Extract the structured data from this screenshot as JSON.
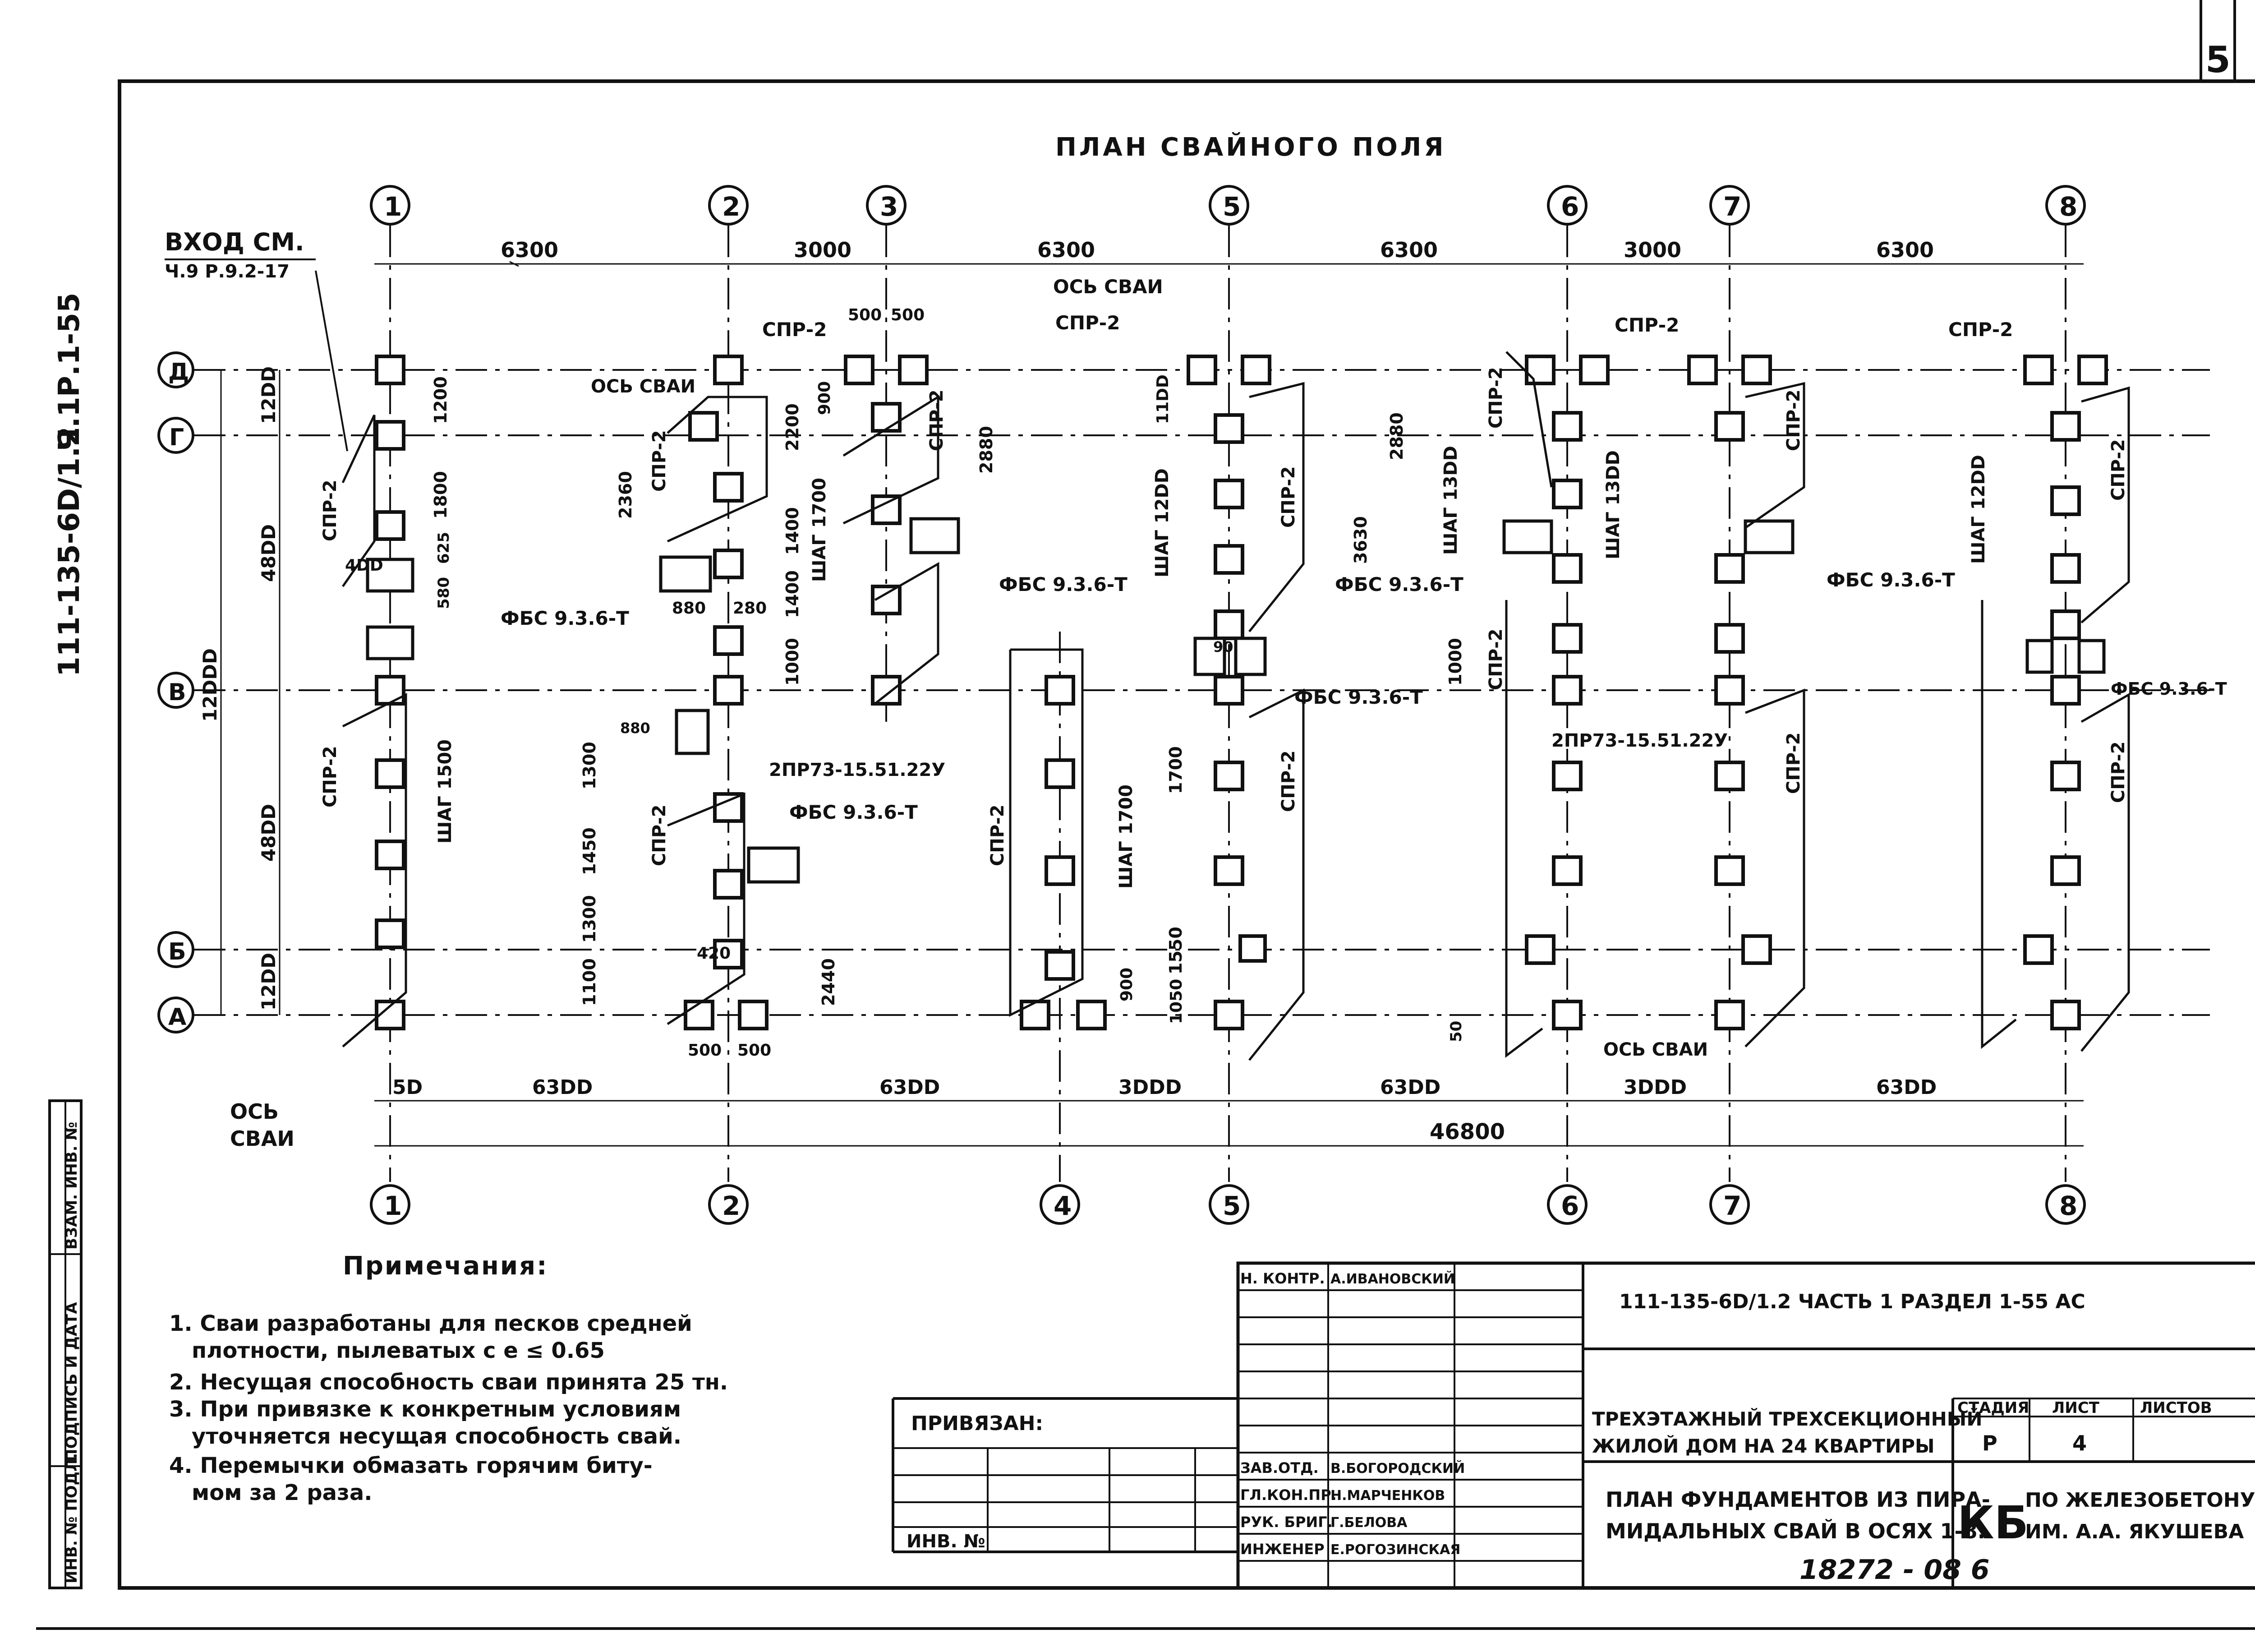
{
  "sheet_number": "5",
  "title": "ПЛАН СВАЙНОГО ПОЛЯ",
  "side_codes": {
    "code": "111-135-6D/1.2",
    "part": "Ч.1",
    "section": "Р.1-55"
  },
  "axes": {
    "top": [
      "1",
      "2",
      "3",
      "5",
      "6",
      "7",
      "8"
    ],
    "bottom": [
      "1",
      "2",
      "4",
      "5",
      "6",
      "7",
      "8"
    ],
    "rows": [
      "Д",
      "Г",
      "В",
      "Б",
      "А"
    ]
  },
  "top_dims": [
    "6300",
    "3000",
    "6300",
    "6300",
    "3000",
    "6300"
  ],
  "bottom_dims": [
    "5D",
    "63DD",
    "63DD",
    "3DDD",
    "63DD",
    "3DDD",
    "63DD"
  ],
  "total_dim": "46800",
  "left_dims": [
    "12DD",
    "48DD",
    "48DD",
    "12DD",
    "12DDD"
  ],
  "callouts": {
    "entrance": [
      "ВХОД СМ.",
      "Ч.9 Р.9.2-17"
    ],
    "pile_axis": "ОСЬ СВАИ",
    "pile_axis_bottom": [
      "ОСЬ",
      "СВАИ"
    ],
    "spr": "СПР-2",
    "fbs": "ФБС 9.3.6-Т",
    "lintel": "2ПР73-15.51.22У",
    "step_1500": "ШАГ 1500",
    "step_1700": "ШАГ 1700",
    "step_1200": "ШАГ 12DD",
    "step_1300": "ШАГ 13DD"
  },
  "small_dims": [
    "500",
    "500",
    "1200",
    "1800",
    "2200",
    "900",
    "2880",
    "11DD",
    "4DD",
    "625",
    "580",
    "880",
    "280",
    "2360",
    "1400",
    "1400",
    "1000",
    "1000",
    "880",
    "1300",
    "1450",
    "1300",
    "1100",
    "420",
    "2440",
    "500",
    "500",
    "3630",
    "1700",
    "1550",
    "1050",
    "90",
    "50",
    "900",
    "2880"
  ],
  "notes": {
    "heading": "Примечания:",
    "items": [
      "1. Сваи разработаны для песков средней",
      "плотности, пылеватых с e ≤ 0.65",
      "2. Несущая способность сваи принята 25 тн.",
      "3. При привязке к конкретным условиям",
      "уточняется несущая способность свай.",
      "4. Перемычки обмазать горячим биту-",
      "мом за 2 раза."
    ]
  },
  "left_stamp": [
    "ИНВ. № ПОДЛ.",
    "ПОДПИСЬ И ДАТА",
    "ВЗАМ. ИНВ. №"
  ],
  "title_block": {
    "doc_code": "111-135-6D/1.2   ЧАСТЬ 1   РАЗДЕЛ 1-55  АС",
    "privyazan": "ПРИВЯЗАН:",
    "inv_no": "ИНВ. №",
    "roles": [
      {
        "role": "Н. КОНТР.",
        "name": "А.ИВАНОВСКИЙ"
      },
      {
        "role": "ЗАВ.ОТД.",
        "name": "В.БОГОРОДСКИЙ"
      },
      {
        "role": "ГЛ.КОН.ПР.",
        "name": "Н.МАРЧЕНКОВ"
      },
      {
        "role": "РУК. БРИГ.",
        "name": "Г.БЕЛОВА"
      },
      {
        "role": "ИНЖЕНЕР",
        "name": "Е.РОГОЗИНСКАЯ"
      }
    ],
    "project_name": [
      "ТРЕХЭТАЖНЫЙ ТРЕХСЕКЦИОННЫЙ",
      "ЖИЛОЙ ДОМ НА 24 КВАРТИРЫ"
    ],
    "sheet_title": [
      "ПЛАН ФУНДАМЕНТОВ ИЗ ПИРА-",
      "МИДАЛЬНЫХ СВАЙ В ОСЯХ 1-8."
    ],
    "stage_label": "СТАДИЯ",
    "sheet_label": "ЛИСТ",
    "sheets_label": "ЛИСТОВ",
    "stage": "Р",
    "sheet": "4",
    "org_mark": "КБ",
    "org": [
      "ПО ЖЕЛЕЗОБЕТОНУ",
      "ИМ. А.А. ЯКУШЕВА"
    ]
  },
  "footer_number": "18272 - 08   6"
}
